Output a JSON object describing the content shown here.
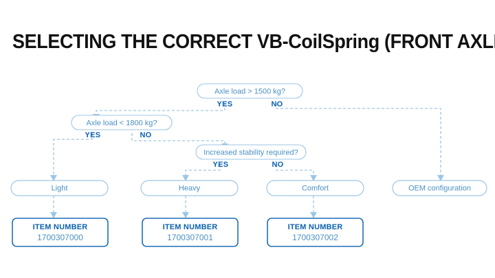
{
  "page": {
    "title": "SELECTING THE CORRECT VB-CoilSpring (FRONT AXLE)",
    "background_color": "#ffffff",
    "accent_color": "#0b62b0",
    "line_color": "#9dc6e4",
    "text_color": "#4a90c4"
  },
  "chart_data": {
    "type": "diagram",
    "title": "SELECTING THE CORRECT VB-CoilSpring (FRONT AXLE)",
    "diagram_kind": "decision-flowchart",
    "decisions": [
      {
        "id": "d1",
        "question": "Axle load > 1500 kg?",
        "yes_label": "YES",
        "no_label": "NO",
        "yes_target": "d2",
        "no_target": "r4"
      },
      {
        "id": "d2",
        "question": "Axle load < 1800 kg?",
        "yes_label": "YES",
        "no_label": "NO",
        "yes_target": "r1",
        "no_target": "d3"
      },
      {
        "id": "d3",
        "question": "Increased stability required?",
        "yes_label": "YES",
        "no_label": "NO",
        "yes_target": "r2",
        "no_target": "r3"
      }
    ],
    "results": [
      {
        "id": "r1",
        "label": "Light",
        "item_heading": "ITEM NUMBER",
        "item_number": "1700307000"
      },
      {
        "id": "r2",
        "label": "Heavy",
        "item_heading": "ITEM NUMBER",
        "item_number": "1700307001"
      },
      {
        "id": "r3",
        "label": "Comfort",
        "item_heading": "ITEM NUMBER",
        "item_number": "1700307002"
      },
      {
        "id": "r4",
        "label": "OEM configuration",
        "item_heading": null,
        "item_number": null
      }
    ]
  }
}
